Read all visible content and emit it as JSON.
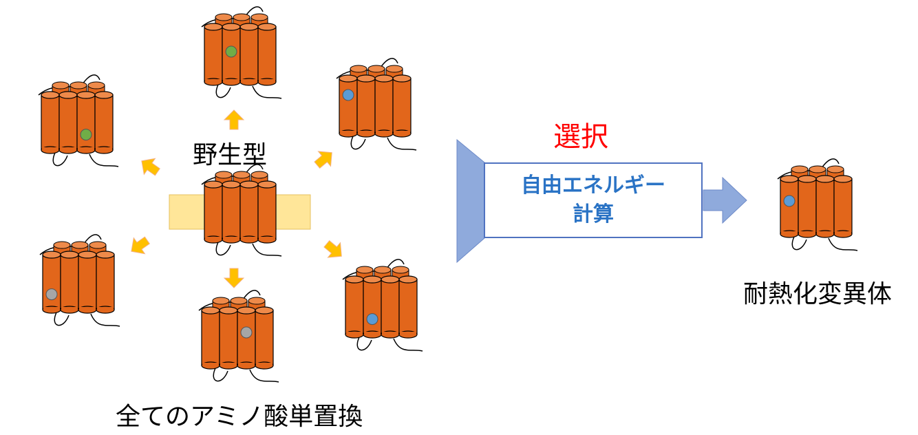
{
  "labels": {
    "wild_type": "野生型",
    "all_substitutions": "全てのアミノ酸単置換",
    "selection": "選択",
    "calc_line1": "自由エネルギー",
    "calc_line2": "計算",
    "thermostable_mutant": "耐熱化変異体"
  },
  "colors": {
    "helix": "#e2661b",
    "helix_top": "#ee8a4a",
    "helix_outline": "#000000",
    "membrane": "#ffe699",
    "arrow_yellow": "#ffc000",
    "arrow_yellow_edge": "#f4b183",
    "funnel": "#8faadc",
    "calc_box_border": "#4f72c0",
    "calc_text": "#2a73c5",
    "selection_text": "#ff0000",
    "dot_green": "#70ad47",
    "dot_blue": "#5b9bd5",
    "dot_gray": "#a6a6a6"
  },
  "proteins": [
    {
      "id": "center-wild-type",
      "mutation_dot": "none",
      "in_membrane": true
    },
    {
      "id": "top",
      "mutation_dot": "green"
    },
    {
      "id": "upper-left",
      "mutation_dot": "green"
    },
    {
      "id": "upper-right",
      "mutation_dot": "blue"
    },
    {
      "id": "lower-left",
      "mutation_dot": "gray"
    },
    {
      "id": "bottom",
      "mutation_dot": "gray"
    },
    {
      "id": "lower-right",
      "mutation_dot": "blue"
    },
    {
      "id": "result",
      "mutation_dot": "blue"
    }
  ]
}
